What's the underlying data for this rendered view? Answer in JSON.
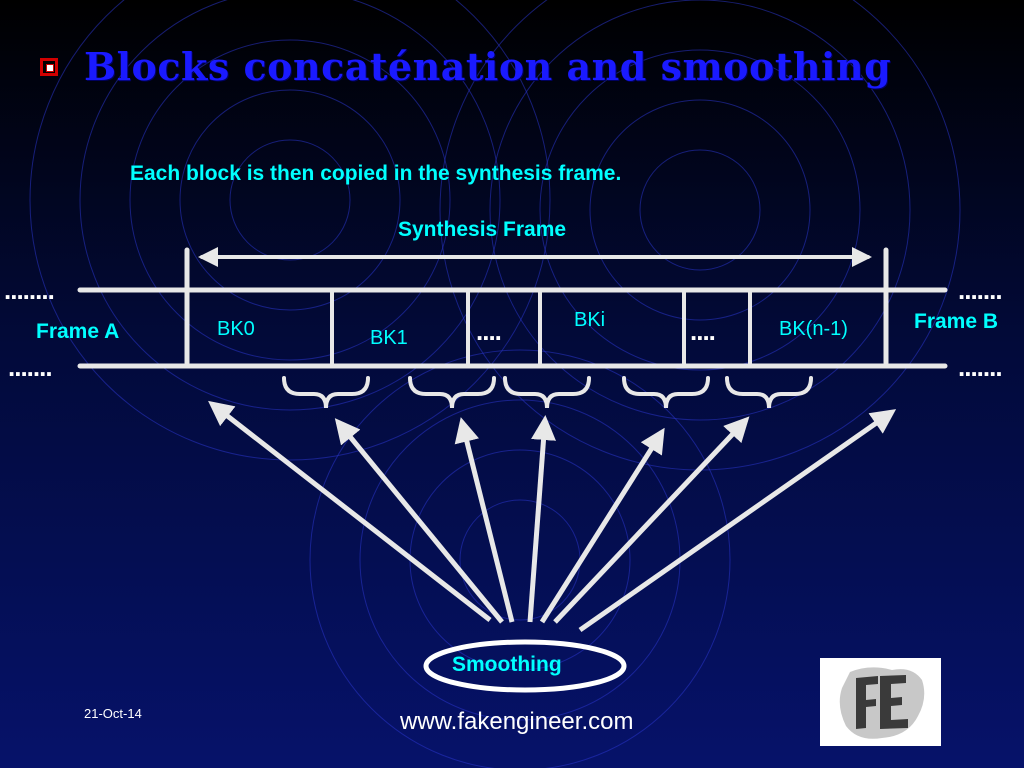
{
  "title": "Blocks concaténation and smoothing",
  "subtitle": "Each block is then copied in the synthesis frame.",
  "diagram": {
    "synthesis_frame_label": "Synthesis Frame",
    "frame_a_label": "Frame A",
    "frame_b_label": "Frame B",
    "blocks": [
      "BK0",
      "BK1",
      "BKi",
      "BK(n-1)"
    ],
    "ellipsis": "....",
    "left_dots": "........",
    "right_dots": ".......",
    "smoothing_label": "Smoothing"
  },
  "footer": {
    "date": "21-Oct-14",
    "url": "www.fakengineer.com",
    "logo_icon": "fe-logo-icon"
  },
  "colors": {
    "title": "#1a1aff",
    "label": "#00ffff",
    "lines": "#e8e8e8",
    "bullet": "#d10000"
  }
}
